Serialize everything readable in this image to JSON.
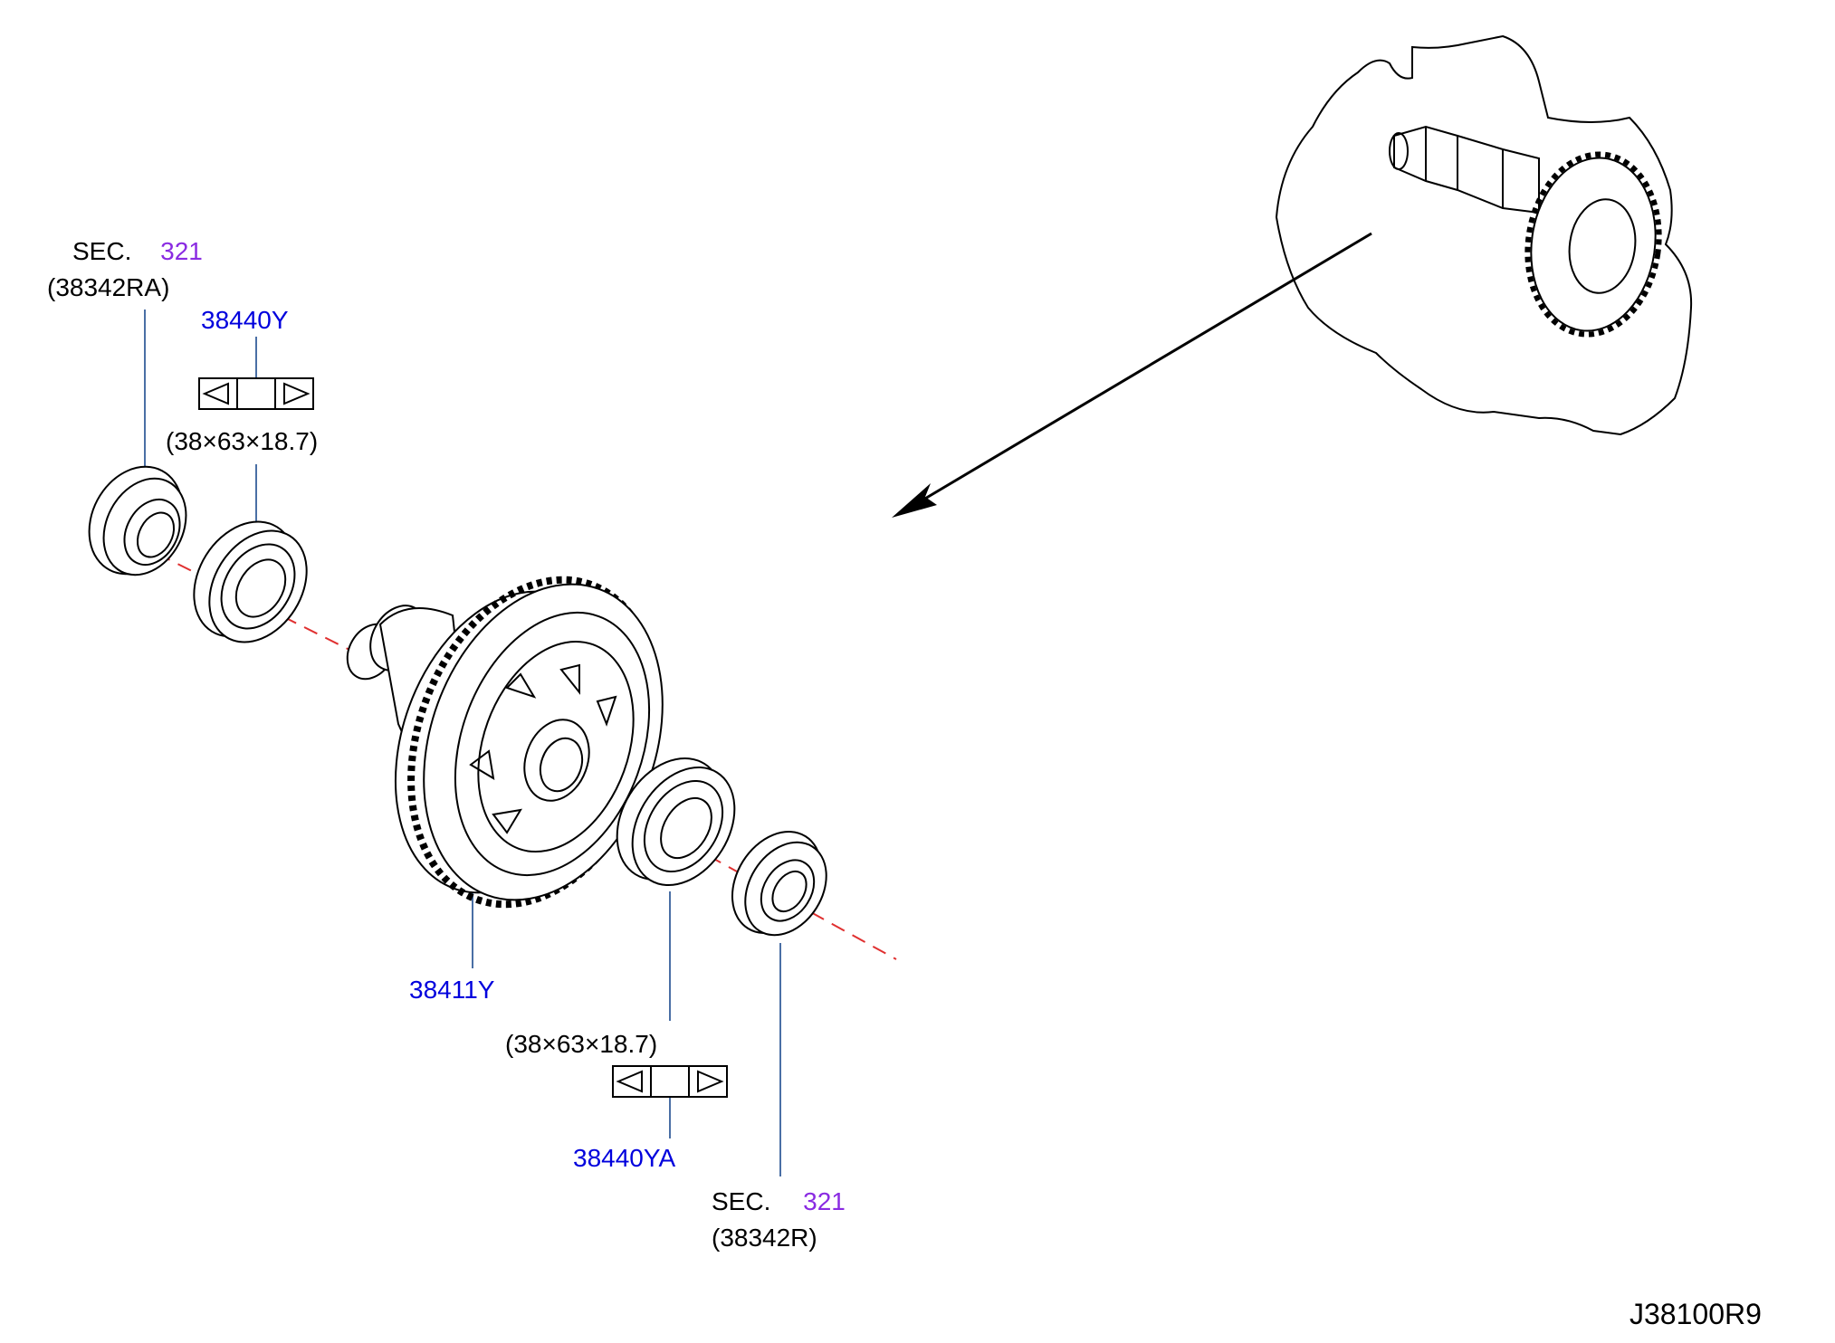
{
  "colors": {
    "part_number": "#0000dd",
    "section_number": "#8a2be2",
    "text": "#000000",
    "leader": "#4a6fa5",
    "axis": "#e03030",
    "outline": "#000000"
  },
  "callouts": {
    "sec_top": {
      "prefix": "SEC.",
      "number": "321",
      "part": "(38342RA)"
    },
    "bearing_top": {
      "part": "38440Y",
      "size": "(38×63×18.7)"
    },
    "differential": {
      "part": "38411Y"
    },
    "bearing_bottom": {
      "part": "38440YA",
      "size": "(38×63×18.7)"
    },
    "sec_bottom": {
      "prefix": "SEC.",
      "number": "321",
      "part": "(38342R)"
    }
  },
  "diagram_id": "J38100R9",
  "icons": [
    "bearing-symbol-icon",
    "seal-icon",
    "bearing-icon",
    "differential-gear-icon",
    "pointer-arrow-icon",
    "transmission-case-icon"
  ]
}
